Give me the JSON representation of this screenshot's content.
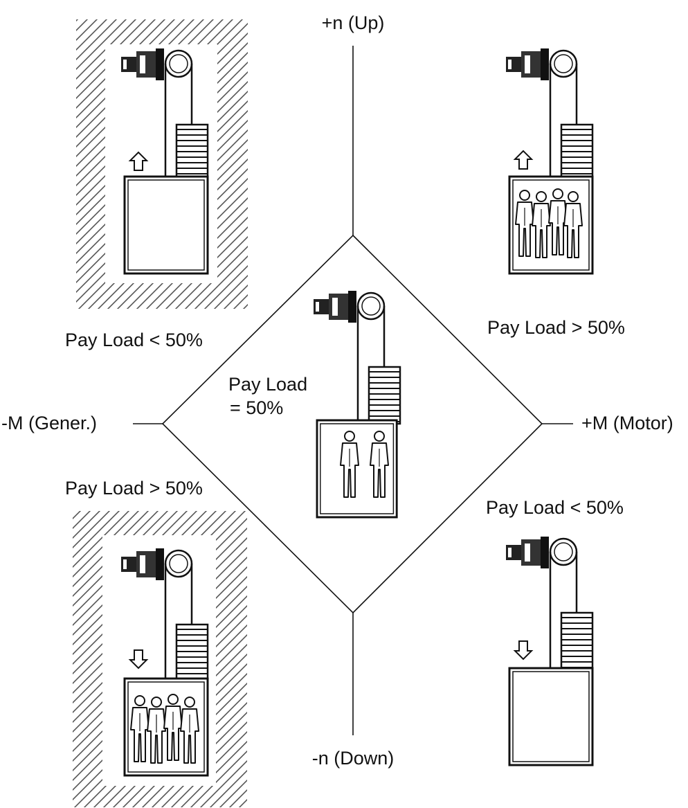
{
  "axes": {
    "up": "+n (Up)",
    "down": "-n (Down)",
    "generator": "-M (Gener.)",
    "motor": "+M (Motor)"
  },
  "quadrants": {
    "top_left": "Pay Load < 50%",
    "top_right": "Pay Load > 50%",
    "bottom_left": "Pay Load > 50%",
    "bottom_right": "Pay Load < 50%",
    "center_line1": "Pay Load",
    "center_line2": "= 50%"
  },
  "colors": {
    "ink": "#111111",
    "paper": "#ffffff",
    "hatch": "#555555"
  },
  "icons": [
    "motor-icon",
    "sheave-icon",
    "counterweight-icon",
    "car-icon",
    "up-arrow-icon",
    "down-arrow-icon",
    "passenger-icon"
  ]
}
